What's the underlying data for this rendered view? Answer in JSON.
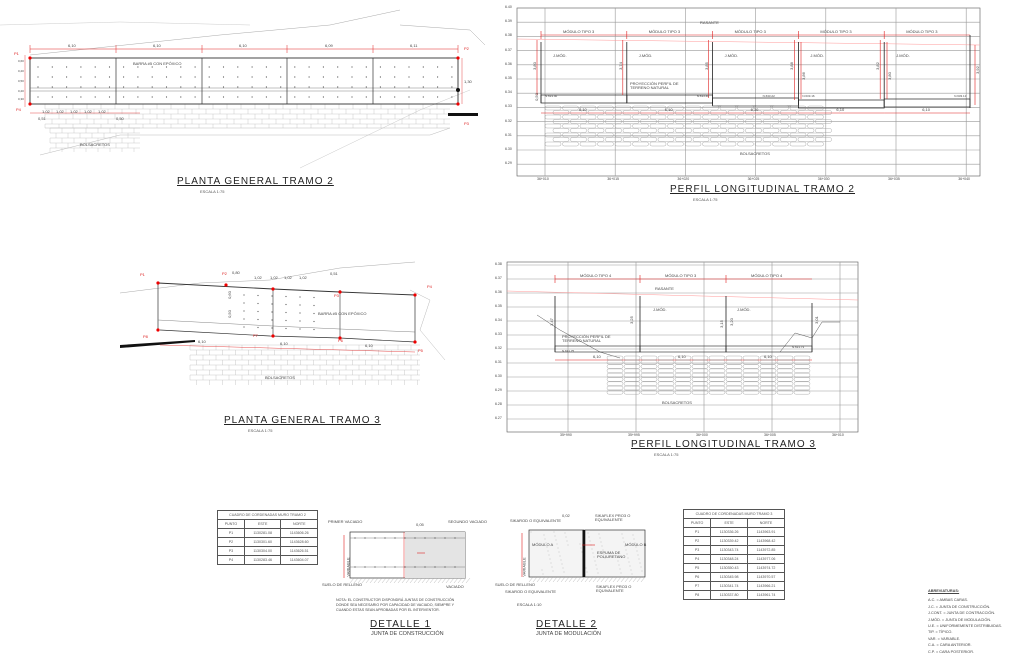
{
  "plan2": {
    "title": "PLANTA GENERAL TRAMO 2",
    "scale": "ESCALA 1:75",
    "dims": [
      "6,10",
      "6,10",
      "6,10",
      "6,09",
      "6,11"
    ],
    "spacing": [
      "1,02",
      "1,02",
      "1,02",
      "1,02",
      "1,02"
    ],
    "edge_dims": [
      "0,51",
      "0,50"
    ],
    "side_dims": [
      "0,60",
      "0,20",
      "0,50",
      "0,20",
      "0,30"
    ],
    "right_dim": "1,30",
    "points": [
      "P1",
      "P2",
      "P3",
      "P4"
    ],
    "rebar_note": "BARRA #5 CON EPÓXICO",
    "bags": "BOLSACRETOS"
  },
  "profile2": {
    "title": "PERFIL LONGITUDINAL TRAMO 2",
    "scale": "ESCALA 1:75",
    "y_ticks": [
      "6.40",
      "6.39",
      "6.38",
      "6.37",
      "6.36",
      "6.35",
      "6.34",
      "6.33",
      "6.32",
      "6.31",
      "6.30",
      "6.29"
    ],
    "stations": [
      "36+010",
      "36+015",
      "36+020",
      "36+025",
      "36+030",
      "36+035",
      "36+040"
    ],
    "modules": [
      "MÓDULO TIPO 3",
      "MÓDULO TIPO 3",
      "MÓDULO TIPO 3",
      "MÓDULO TIPO 3",
      "MÓDULO TIPO 3"
    ],
    "joint": "J.MÓD.",
    "rasante": "RASANTE",
    "terrain": "PROYECCIÓN PERFIL DE TERRENO NATURAL",
    "bags": "BOLSACRETOS",
    "lengths": [
      "6,10",
      "6,10",
      "6,10",
      "6,10",
      "6,10"
    ],
    "heights": [
      "3,80",
      "3,74",
      "3,85",
      "3,88",
      "3,82",
      "3,92",
      "3,86",
      "3,80"
    ],
    "base": "0,50",
    "levels": [
      "N.633.40",
      "N.633.40",
      "N.633.22",
      "N.633.16",
      "N.633.13"
    ]
  },
  "plan3": {
    "title": "PLANTA GENERAL TRAMO 3",
    "scale": "ESCALA 1:75",
    "dims_top": [
      "0,80",
      "1,02",
      "1,02",
      "1,02",
      "1,02",
      "0,51"
    ],
    "dims_bottom": [
      "6,10",
      "6,10",
      "6,10"
    ],
    "side_dims": [
      "0,60",
      "0,50"
    ],
    "points": [
      "P1",
      "P2",
      "P3",
      "P4",
      "P5",
      "P6",
      "P7",
      "P8"
    ],
    "rebar_note": "BARRA #5 CON EPÓXICO",
    "bags": "BOLSACRETOS"
  },
  "profile3": {
    "title": "PERFIL LONGITUDINAL TRAMO 3",
    "scale": "ESCALA 1:75",
    "y_ticks": [
      "6.38",
      "6.37",
      "6.36",
      "6.35",
      "6.34",
      "6.33",
      "6.32",
      "6.31",
      "6.30",
      "6.29",
      "6.28",
      "6.27"
    ],
    "stations": [
      "35+990",
      "35+995",
      "36+000",
      "36+005",
      "36+010"
    ],
    "modules": [
      "MÓDULO TIPO 4",
      "MÓDULO TIPO 3",
      "MÓDULO TIPO 4"
    ],
    "joint": "J.MÓD.",
    "rasante": "RASANTE",
    "terrain": "PROYECCIÓN PERFIL DE TERRENO NATURAL",
    "bags": "BOLSACRETOS",
    "lengths": [
      "6,10",
      "6,10",
      "6,10"
    ],
    "heights": [
      "3,47",
      "3,25",
      "3,15",
      "3,20",
      "3,01"
    ],
    "levels": [
      "N.631.75",
      "N.631.73"
    ]
  },
  "table2": {
    "title": "CUADRO DE CORDENADAS MURO TRAMO 2",
    "headers": [
      "PUNTO",
      "ESTE",
      "NORTE"
    ],
    "rows": [
      [
        "P1",
        "1130281.08",
        "1143606.26"
      ],
      [
        "P2",
        "1130301.60",
        "1143628.60"
      ],
      [
        "P3",
        "1130304.00",
        "1143626.51"
      ],
      [
        "P4",
        "1130283.46",
        "1143604.07"
      ]
    ]
  },
  "table3": {
    "title": "CUADRO DE CORDENADAS MURO TRAMO 3",
    "headers": [
      "PUNTO",
      "ESTE",
      "NORTE"
    ],
    "rows": [
      [
        "P1",
        "1130336.26",
        "1143963.91"
      ],
      [
        "P2",
        "1130339.42",
        "1143968.42"
      ],
      [
        "P3",
        "1130343.74",
        "1143972.85"
      ],
      [
        "P4",
        "1130348.24",
        "1143977.06"
      ],
      [
        "P5",
        "1130350.43",
        "1143974.72"
      ],
      [
        "P6",
        "1130345.98",
        "1143970.57"
      ],
      [
        "P7",
        "1130341.74",
        "1143966.21"
      ],
      [
        "P8",
        "1130337.80",
        "1143961.74"
      ]
    ]
  },
  "detail1": {
    "title": "DETALLE 1",
    "subtitle": "JUNTA DE CONSTRUCCIÓN",
    "first_pour": "PRIMER VACIADO",
    "second_pour": "SEGUNDO VACIADO",
    "dim": "0,05",
    "fill": "SUELO DE RELLENO",
    "pour": "VACIADO",
    "height_label": "VARIABLE",
    "note": "NOTA: EL CONSTRUCTOR DISPONDRÁ JUNTAS DE CONSTRUCCIÓN DONDE SEA NECESARIO POR CAPACIDAD DE VACIADO, SIEMPRE Y CUANDO ESTAS SEAN APROBADAS POR EL INTERVENTOR."
  },
  "detail2": {
    "title": "DETALLE 2",
    "subtitle": "JUNTA DE MODULACIÓN",
    "dim": "0,02",
    "sikaflex_top_left": "SIKAROD O EQUIVALENTE",
    "sikaflex_top_right": "SIKAFLEX PRO3 O EQUIVALENTE",
    "module_a": "MÓDULO A",
    "module_b": "MÓDULO B",
    "foam": "ESPUMA DE POLIURETANO",
    "fill": "SUELO DE RELLENO",
    "sikarod_bottom": "SIKAROD O EQUIVALENTE",
    "sikaflex_bottom": "SIKAFLEX PRO3 O EQUIVALENTE",
    "height_label": "VARIABLE",
    "scale": "ESCALA 1:10"
  },
  "legend": {
    "title": "ABREVIATURAS:",
    "items": [
      "A.C. = AMBAS CARAS.",
      "J.C. = JUNTA DE CONSTRUCCIÓN.",
      "J.CONT. = JUNTA DE CONTRACCIÓN.",
      "J.MÓD. = JUNTA DE MODULACIÓN.",
      "U.E. = UNIFORMEMENTE DISTRIBUIDAS.",
      "TIP. = TÍPICO.",
      "VAR. = VARIABLE.",
      "C.A. = CARA ANTERIOR.",
      "C.P. = CARA POSTERIOR."
    ]
  },
  "colors": {
    "dim": "#e02020",
    "line": "#333333",
    "grid": "#999999",
    "hatch": "#bbbbbb"
  }
}
